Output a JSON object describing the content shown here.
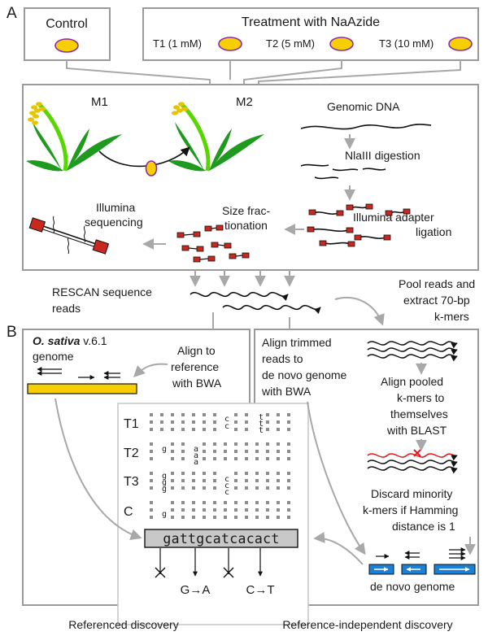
{
  "panels": {
    "a": "A",
    "b": "B"
  },
  "top": {
    "control_label": "Control",
    "treatment_title": "Treatment with NaAzide",
    "t1": "T1 (1 mM)",
    "t2": "T2 (5 mM)",
    "t3": "T3 (10 mM)"
  },
  "lab": {
    "m1": "M1",
    "m2": "M2",
    "genomic_dna": "Genomic DNA",
    "digestion": "NlaIII digestion",
    "adapter_line1": "Illumina adapter",
    "adapter_line2": "ligation",
    "size_line1": "Size frac-",
    "size_line2": "tionation",
    "seq_line1": "Illumina",
    "seq_line2": "sequencing"
  },
  "middle": {
    "rescan_line1": "RESCAN sequence",
    "rescan_line2": "reads",
    "pool_line1": "Pool reads and",
    "pool_line2": "extract 70-bp",
    "pool_line3": "k-mers"
  },
  "referenced": {
    "genome_species": "O. sativa",
    "genome_version": " v.6.1",
    "genome_word": "genome",
    "align_line1": "Align to",
    "align_line2": "reference",
    "align_line3": "with BWA",
    "footer": "Referenced discovery"
  },
  "independent": {
    "align_trim_line1": "Align trimmed",
    "align_trim_line2": "reads to",
    "align_trim_line3": "de novo genome",
    "align_trim_line4": "with BWA",
    "pooled_line1": "Align pooled",
    "pooled_line2": "k-mers to",
    "pooled_line3": "themselves",
    "pooled_line4": "with BLAST",
    "discard_line1": "Discard minority",
    "discard_line2": "k-mers if Hamming",
    "discard_line3": "distance is 1",
    "denovo_label": "de novo genome",
    "footer": "Reference-independent discovery"
  },
  "alignment": {
    "rows": [
      "T1",
      "T2",
      "T3",
      "C"
    ],
    "sequence": "gattgcatcacact",
    "t1_c": "c",
    "t1_t": "t",
    "t2_g": "g",
    "t2_a": "a",
    "t3_g": "g",
    "t3_c": "c",
    "c_g": "g",
    "mutation_1": "G→A",
    "mutation_2": "C→T"
  },
  "colors": {
    "seed_fill": "#f5cf00",
    "seed_stroke": "#8a2aa8",
    "plant_stem": "#58d600",
    "plant_leaf": "#1e9a1e",
    "grain": "#e7c400",
    "fragment": "#c8281e",
    "mutant_read": "#e01a1a",
    "denovo_block": "#1a7fd6",
    "genome_bar": "#f5cf00",
    "panel_border": "#9a9a9a",
    "arrow_gray": "#a8a8a8"
  }
}
